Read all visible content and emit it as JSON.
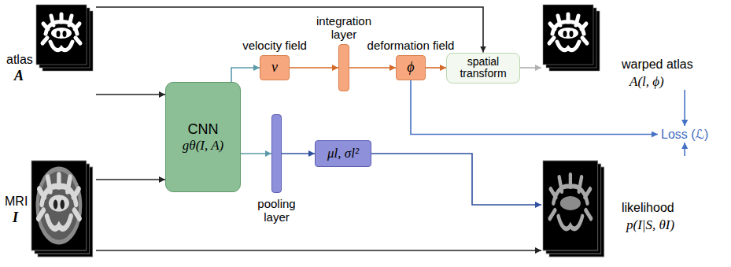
{
  "diagram": {
    "nodes": [
      {
        "text": [
          "atlas",
          "A"
        ]
      },
      {
        "text": [
          "MRI",
          "I"
        ]
      },
      {
        "text": [
          "CNN",
          "gθ(I, A)"
        ]
      },
      {
        "text": [
          "velocity field",
          "ν"
        ]
      },
      {
        "text": [
          "integration layer"
        ]
      },
      {
        "text": [
          "deformation field",
          "ϕ"
        ]
      },
      {
        "text": [
          "spatial transform"
        ]
      },
      {
        "text": [
          "warped atlas",
          "A(l, ϕ)"
        ]
      },
      {
        "text": [
          "pooling layer"
        ]
      },
      {
        "text": [
          "μl, σl²"
        ]
      },
      {
        "text": [
          "likelihood",
          "p(I|S, θI)"
        ]
      },
      {
        "text": [
          "Loss (ℒ)"
        ]
      }
    ],
    "edges": [
      {
        "from": 0,
        "to": 2,
        "arrow": "to"
      },
      {
        "from": 0,
        "to": 6,
        "arrow": "to"
      },
      {
        "from": 1,
        "to": 2,
        "arrow": "to"
      },
      {
        "from": 1,
        "to": 10,
        "arrow": "to"
      },
      {
        "from": 2,
        "to": 3,
        "arrow": "to"
      },
      {
        "from": 3,
        "to": 4,
        "arrow": "to"
      },
      {
        "from": 4,
        "to": 5,
        "arrow": "to"
      },
      {
        "from": 5,
        "to": 6,
        "arrow": "to"
      },
      {
        "from": 6,
        "to": 7,
        "arrow": "to"
      },
      {
        "from": 5,
        "to": 11,
        "arrow": "to"
      },
      {
        "from": 7,
        "to": 11,
        "arrow": "to"
      },
      {
        "from": 2,
        "to": 8,
        "arrow": "to"
      },
      {
        "from": 8,
        "to": 9,
        "arrow": "to"
      },
      {
        "from": 9,
        "to": 10,
        "arrow": "to"
      },
      {
        "from": 10,
        "to": 11,
        "arrow": "to"
      }
    ]
  }
}
